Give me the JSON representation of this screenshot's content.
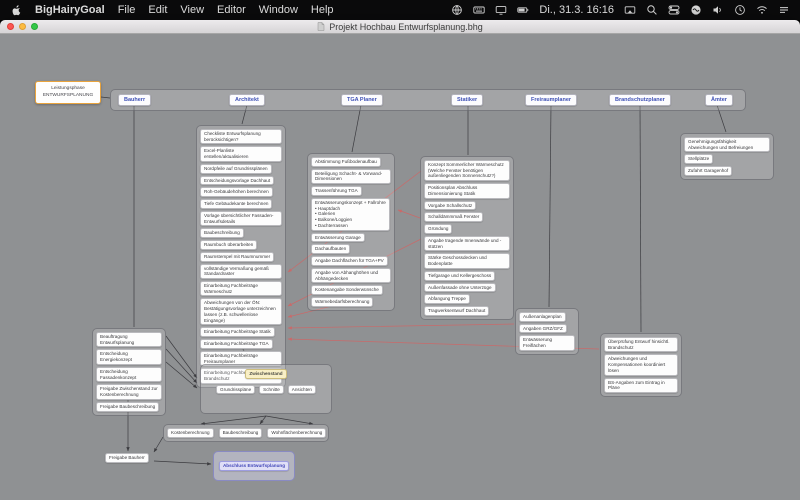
{
  "menubar": {
    "app_name": "BigHairyGoal",
    "menus": [
      "File",
      "Edit",
      "View",
      "Editor",
      "Window",
      "Help"
    ],
    "status_icons_left": [
      "globe",
      "keyboard",
      "display",
      "battery"
    ],
    "clock": "Di., 31.3. 16:16",
    "status_icons_right": [
      "screen-mirroring",
      "spotlight",
      "control-center",
      "siri",
      "volume",
      "clock",
      "wifi",
      "notification-center"
    ]
  },
  "window": {
    "title": "Projekt Hochbau Entwurfsplanung.bhg"
  },
  "colors": {
    "canvas": "#8f9193",
    "accent_orange": "#e8a33d",
    "role_blue": "#3f51b5",
    "link_red": "#c96a6a"
  },
  "map": {
    "phase": "Leistungsphase\nENTWURFSPLANUNG",
    "roles": [
      "Bauherr",
      "Architekt",
      "TGA Planer",
      "Statiker",
      "Freiraumplaner",
      "Brandschutzplaner",
      "Ämter"
    ],
    "bauherr_tasks": [
      "Beauftragung Entwurfsplanung",
      "Entscheidung Energiekonzept",
      "Entscheidung Fassadenkonzept",
      "Freigabe Zwischenstand zur Kostenberechnung",
      "Freigabe Baubeschreibung"
    ],
    "architekt_tasks": [
      "Checkliste Entwurfsplanung berücksichtigen?",
      "Excel-Planliste erstellen/aktualisieren",
      "Nordpfeile auf Grundrissplänen",
      "Entscheidungsvorlage Dachhaut",
      "Roh-Gebäudehöhen berechnen",
      "Tiefe Gebäudekante berechnen",
      "Vorlage übersichtlicher Fassaden-Entwurfsdetails",
      "Baubeschreibung",
      "Raumbuch überarbeiten",
      "Raumstempel mit Raumnummer",
      "vollständige Vermaßung gemäß Standardraster",
      "Einarbeitung Fachbeiträge Wärmeschutz",
      "Abweichungen von der ÖN: Bestätigungsvorlage unterzeichnen lassen (z.B. schwellenlose Eingänge)",
      "Einarbeitung Fachbeiträge Statik",
      "Einarbeitung Fachbeiträge TGA",
      "Einarbeitung Fachbeiträge Freiraumplaner",
      "Einarbeitung Fachbeiträge Brandschutz"
    ],
    "tga_tasks": [
      "Abstimmung Fußbodenaufbau",
      "Beteiligung Schacht- & Vorwand-Dimensionen",
      "Trassenführung TGA",
      "Entwässerungskonzept + Fallrohre\n• Hauptdach\n• Galerien\n• Balkone/Loggien\n• Dachterrassen",
      "Entwässerung Garage",
      "Dachaufbauten",
      "Angabe Dachflächen für TGA+PV",
      "Angabe von Abhanghöhen und Abhängedecken",
      "Kostenangabe Sonderwünsche",
      "Wärmebedarfsberechnung"
    ],
    "statiker_tasks": [
      "Konzept Sommerlicher Wärmeschutz (Welche Fenster benötigen außenliegenden Sonnenschutz?)",
      "Positionsplan Abschluss Dimensionierung Statik",
      "Vorgabe Schallschutz",
      "Schalldämmmaß Fenster",
      "Gründung",
      "Angabe tragende Innenwände und -stützen",
      "Stärke Geschossdecken und Bodenplatte",
      "Tiefgarage und Kellergeschoss",
      "Außenfassade ohne Unterzüge",
      "Abfangung Treppe",
      "Tragwerksentwurf Dachhaut"
    ],
    "freiraum_tasks": [
      "Außenanlagenplan",
      "Angaben GRZ/GFZ",
      "Entwässerung Freiflächen"
    ],
    "brandschutz_tasks": [
      "Überprüfung Entwurf hinsichtl. Brandschutz",
      "Abweichungen und Kompensationen koordiniert lösen",
      "BS-Angaben zum Eintrag in Pläne"
    ],
    "aemter_tasks": [
      "Genehmigungsfähigkeit Abweichungen und Befreiungen",
      "Stellplätze",
      "Zufahrt Garagenhof"
    ],
    "zwischenstand": {
      "title": "Zwischenstand",
      "items": [
        "Grundrisspläne",
        "Schnitte",
        "Ansichten"
      ]
    },
    "deliverables": [
      "Kostenberechnung",
      "Baubeschreibung",
      "Wohnflächenberechnung"
    ],
    "freigabe_bauherr": "Freigabe Bauherr",
    "abschluss": "Abschluss Entwurfsplanung"
  }
}
